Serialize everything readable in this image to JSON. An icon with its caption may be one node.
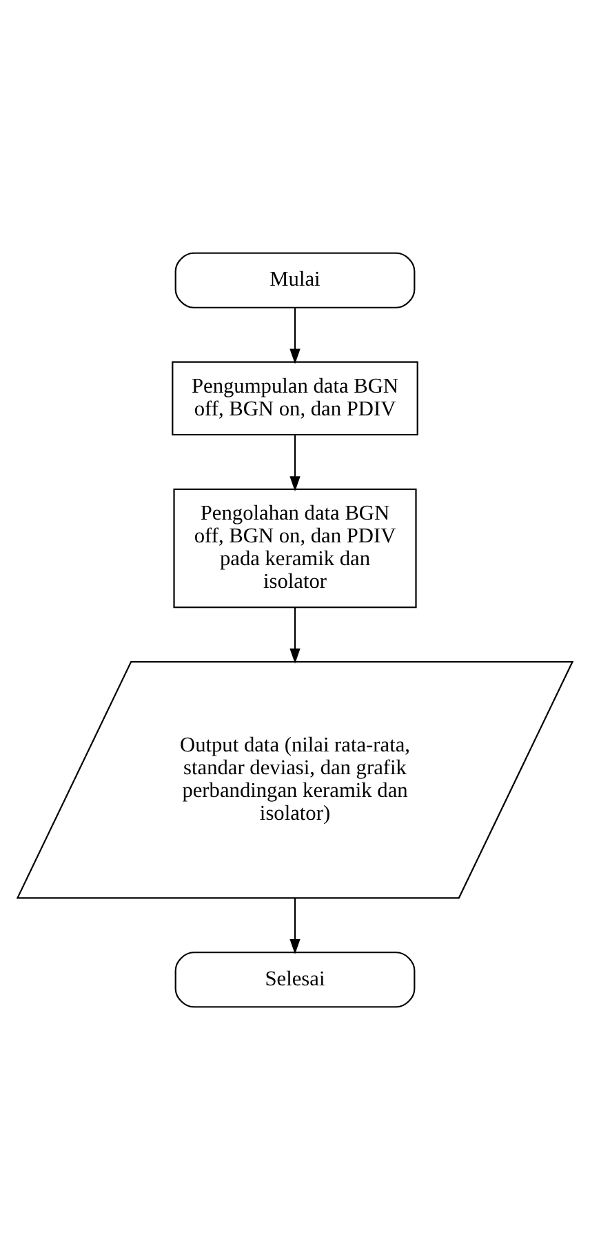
{
  "diagram": {
    "nodes": [
      {
        "text": [
          "Mulai"
        ]
      },
      {
        "text": [
          "Pengumpulan data BGN off, BGN on, dan PDIV"
        ]
      },
      {
        "text": [
          "Pengolahan data BGN off, BGN on, dan PDIV pada keramik dan isolator"
        ]
      },
      {
        "text": [
          "Output data (nilai rata-rata, standar deviasi, dan grafik perbandingan keramik dan isolator)"
        ]
      },
      {
        "text": [
          "Selesai"
        ]
      }
    ],
    "edges": [
      {
        "from": 0,
        "to": 1,
        "arrow": "to"
      },
      {
        "from": 1,
        "to": 2,
        "arrow": "to"
      },
      {
        "from": 2,
        "to": 3,
        "arrow": "to"
      },
      {
        "from": 3,
        "to": 4,
        "arrow": "to"
      }
    ]
  }
}
